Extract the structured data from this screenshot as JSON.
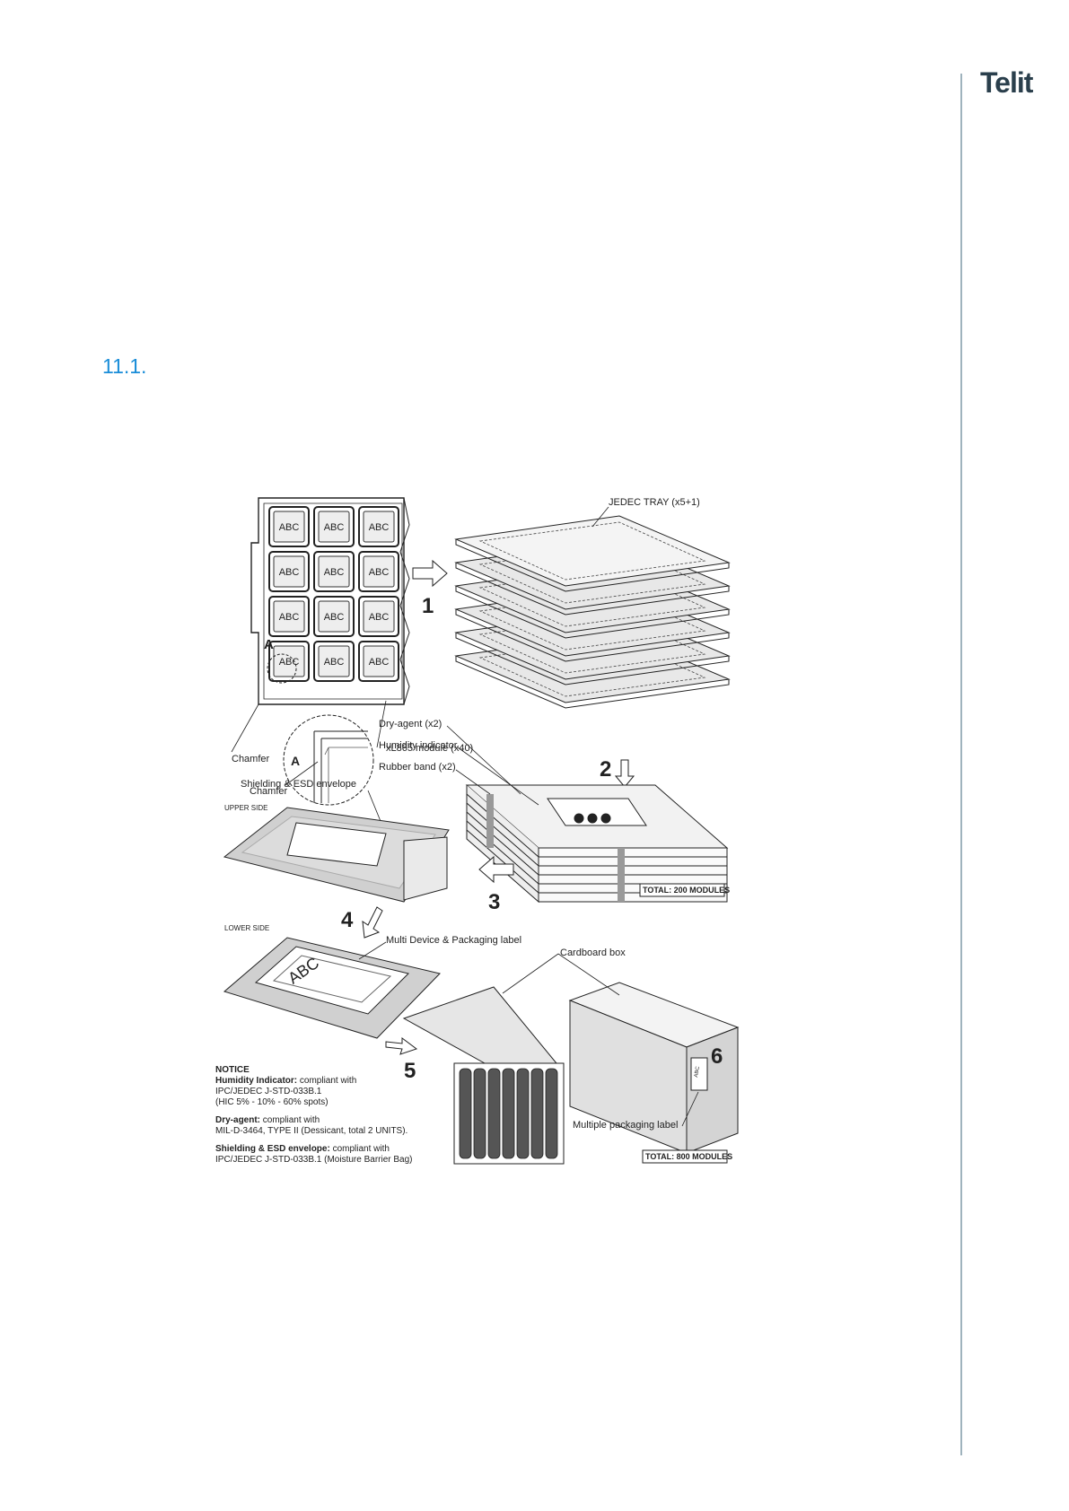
{
  "header": {
    "logo_text": "Telit"
  },
  "section": {
    "number": "11.1."
  },
  "figure": {
    "tray_module_labels": [
      "ABC",
      "ABC",
      "ABC",
      "ABC",
      "ABC",
      "ABC",
      "ABC",
      "ABC",
      "ABC",
      "ABC",
      "ABC",
      "ABC"
    ],
    "detail_letter": "A",
    "labels": {
      "jedec_tray": "JEDEC TRAY (x5+1)",
      "module": "xL865 module (x40)",
      "chamfer": "Chamfer",
      "dry_agent": "Dry-agent (x2)",
      "humidity_indicator": "Humidity indicator",
      "rubber_band": "Rubber band (x2)",
      "shielding": "Shielding & ESD envelope",
      "upper_side": "UPPER SIDE",
      "lower_side": "LOWER SIDE",
      "total_200": "TOTAL: 200 MODULES",
      "multi_label": "Multi Device & Packaging label",
      "cardboard": "Cardboard box",
      "multiple_label": "Multiple packaging label",
      "total_800": "TOTAL: 800 MODULES",
      "bag_abc": "ABC",
      "box_abc": "ABC"
    },
    "steps": [
      "1",
      "2",
      "3",
      "4",
      "5",
      "6"
    ],
    "notice": {
      "title": "NOTICE",
      "humidity_bold": "Humidity Indicator:",
      "humidity_rest": " compliant with",
      "humidity_l2": "IPC/JEDEC J-STD-033B.1",
      "humidity_l3": "(HIC 5% - 10% - 60% spots)",
      "dry_bold": "Dry-agent:",
      "dry_rest": " compliant with",
      "dry_l2": "MIL-D-3464, TYPE II (Dessicant, total 2 UNITS).",
      "shield_bold": "Shielding & ESD envelope:",
      "shield_rest": " compliant with",
      "shield_l2": "IPC/JEDEC J-STD-033B.1 (Moisture Barrier Bag)"
    }
  }
}
